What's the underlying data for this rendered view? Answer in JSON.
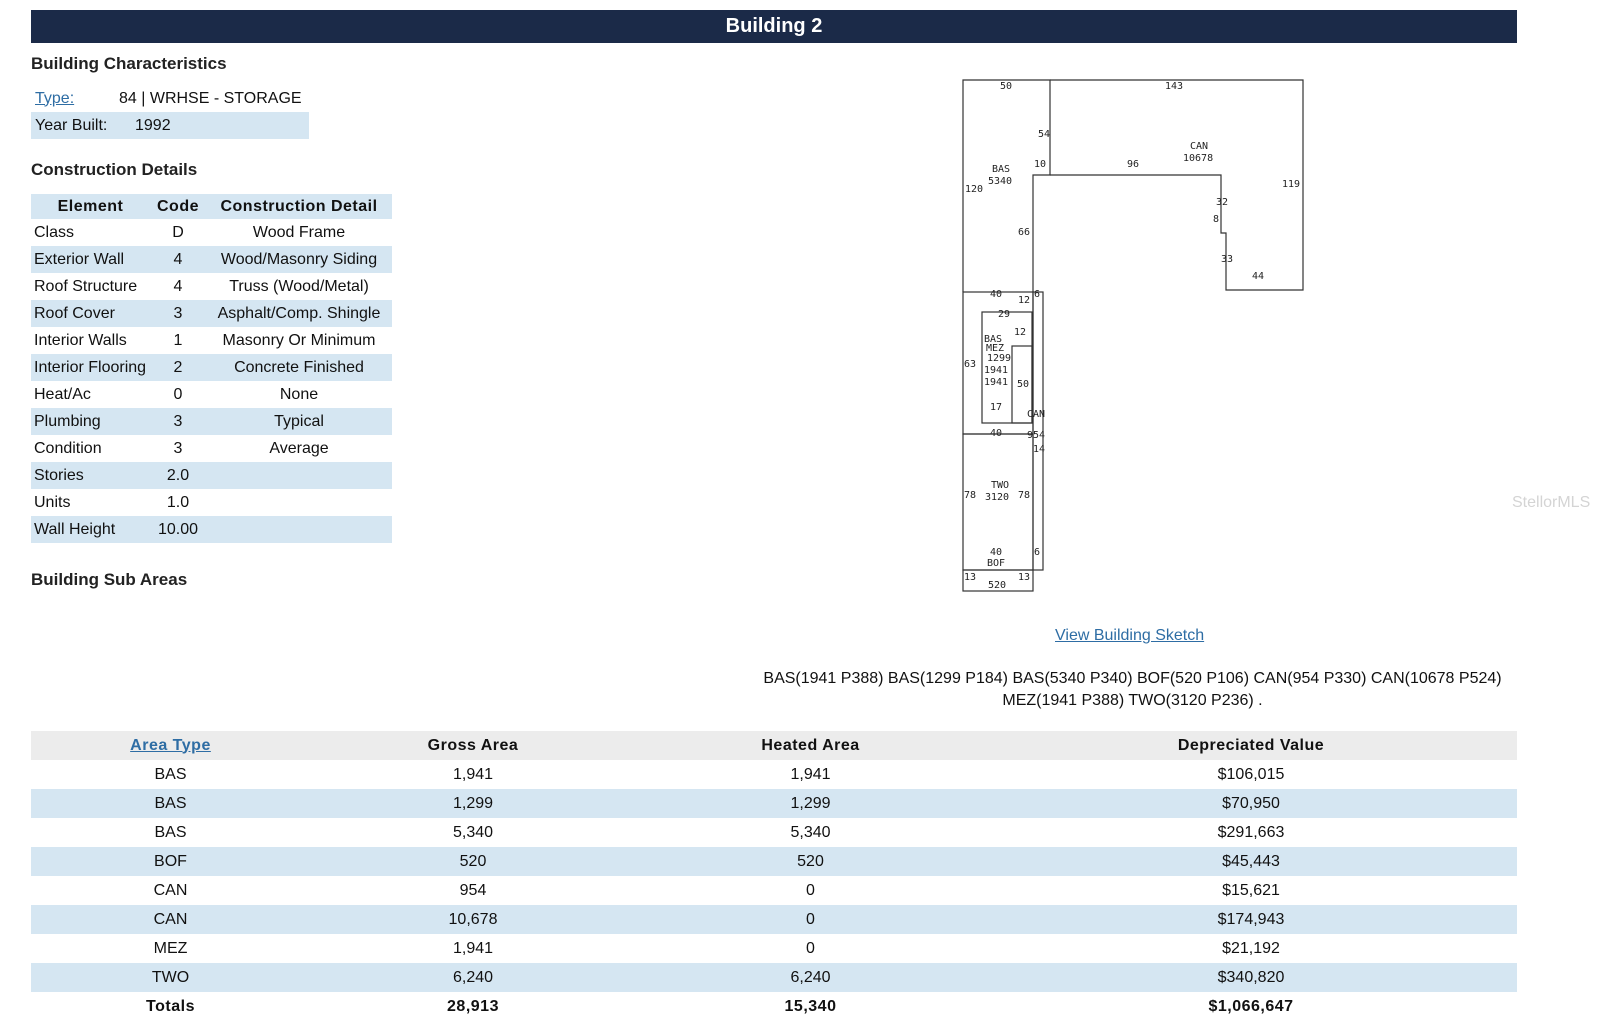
{
  "header": {
    "title": "Building 2"
  },
  "characteristics": {
    "title": "Building Characteristics",
    "type_label": "Type:",
    "type_value": "84 | WRHSE - STORAGE",
    "year_label": "Year Built:",
    "year_value": "1992"
  },
  "construction": {
    "title": "Construction Details",
    "headers": [
      "Element",
      "Code",
      "Construction Detail"
    ],
    "rows": [
      [
        "Class",
        "D",
        "Wood Frame"
      ],
      [
        "Exterior Wall",
        "4",
        "Wood/Masonry Siding"
      ],
      [
        "Roof Structure",
        "4",
        "Truss (Wood/Metal)"
      ],
      [
        "Roof Cover",
        "3",
        "Asphalt/Comp. Shingle"
      ],
      [
        "Interior Walls",
        "1",
        "Masonry Or Minimum"
      ],
      [
        "Interior Flooring",
        "2",
        "Concrete Finished"
      ],
      [
        "Heat/Ac",
        "0",
        "None"
      ],
      [
        "Plumbing",
        "3",
        "Typical"
      ],
      [
        "Condition",
        "3",
        "Average"
      ],
      [
        "Stories",
        "2.0",
        ""
      ],
      [
        "Units",
        "1.0",
        ""
      ],
      [
        "Wall Height",
        "10.00",
        ""
      ]
    ]
  },
  "sub_areas": {
    "title": "Building Sub Areas"
  },
  "sketch": {
    "link_label": "View Building Sketch",
    "legend": "BAS(1941 P388) BAS(1299 P184) BAS(5340 P340) BOF(520 P106) CAN(954 P330) CAN(10678 P524) MEZ(1941 P388) TWO(3120 P236) .",
    "labels": {
      "top_left_50": "50",
      "top_143": "143",
      "d54": "54",
      "d10": "10",
      "d96": "96",
      "d120": "120",
      "bas_name": "BAS",
      "bas_area": "5340",
      "can_name": "CAN",
      "can_area": "10678",
      "d119": "119",
      "d32": "32",
      "d8": "8",
      "d33": "33",
      "d44": "44",
      "d66": "66",
      "d40a": "40",
      "d12a": "12",
      "d6a": "6",
      "d29": "29",
      "d12b": "12",
      "mid_bas": "BAS",
      "mez": "MEZ",
      "a1299": "1299",
      "a1941a": "1941",
      "a1941b": "1941",
      "d63": "63",
      "d50": "50",
      "d17": "17",
      "can2_name": "CAN",
      "can2_area": "954",
      "d14": "14",
      "d40b": "40",
      "two_name": "TWO",
      "two_area": "3120",
      "d78a": "78",
      "d78b": "78",
      "d40c": "40",
      "d6b": "6",
      "bof_name": "BOF",
      "d13a": "13",
      "d13b": "13",
      "bof_area": "520"
    }
  },
  "areas": {
    "headers": [
      "Area Type",
      "Gross Area",
      "Heated Area",
      "Depreciated Value"
    ],
    "rows": [
      [
        "BAS",
        "1,941",
        "1,941",
        "$106,015"
      ],
      [
        "BAS",
        "1,299",
        "1,299",
        "$70,950"
      ],
      [
        "BAS",
        "5,340",
        "5,340",
        "$291,663"
      ],
      [
        "BOF",
        "520",
        "520",
        "$45,443"
      ],
      [
        "CAN",
        "954",
        "0",
        "$15,621"
      ],
      [
        "CAN",
        "10,678",
        "0",
        "$174,943"
      ],
      [
        "MEZ",
        "1,941",
        "0",
        "$21,192"
      ],
      [
        "TWO",
        "6,240",
        "6,240",
        "$340,820"
      ]
    ],
    "totals": [
      "Totals",
      "28,913",
      "15,340",
      "$1,066,647"
    ]
  },
  "watermark": "StellorMLS"
}
